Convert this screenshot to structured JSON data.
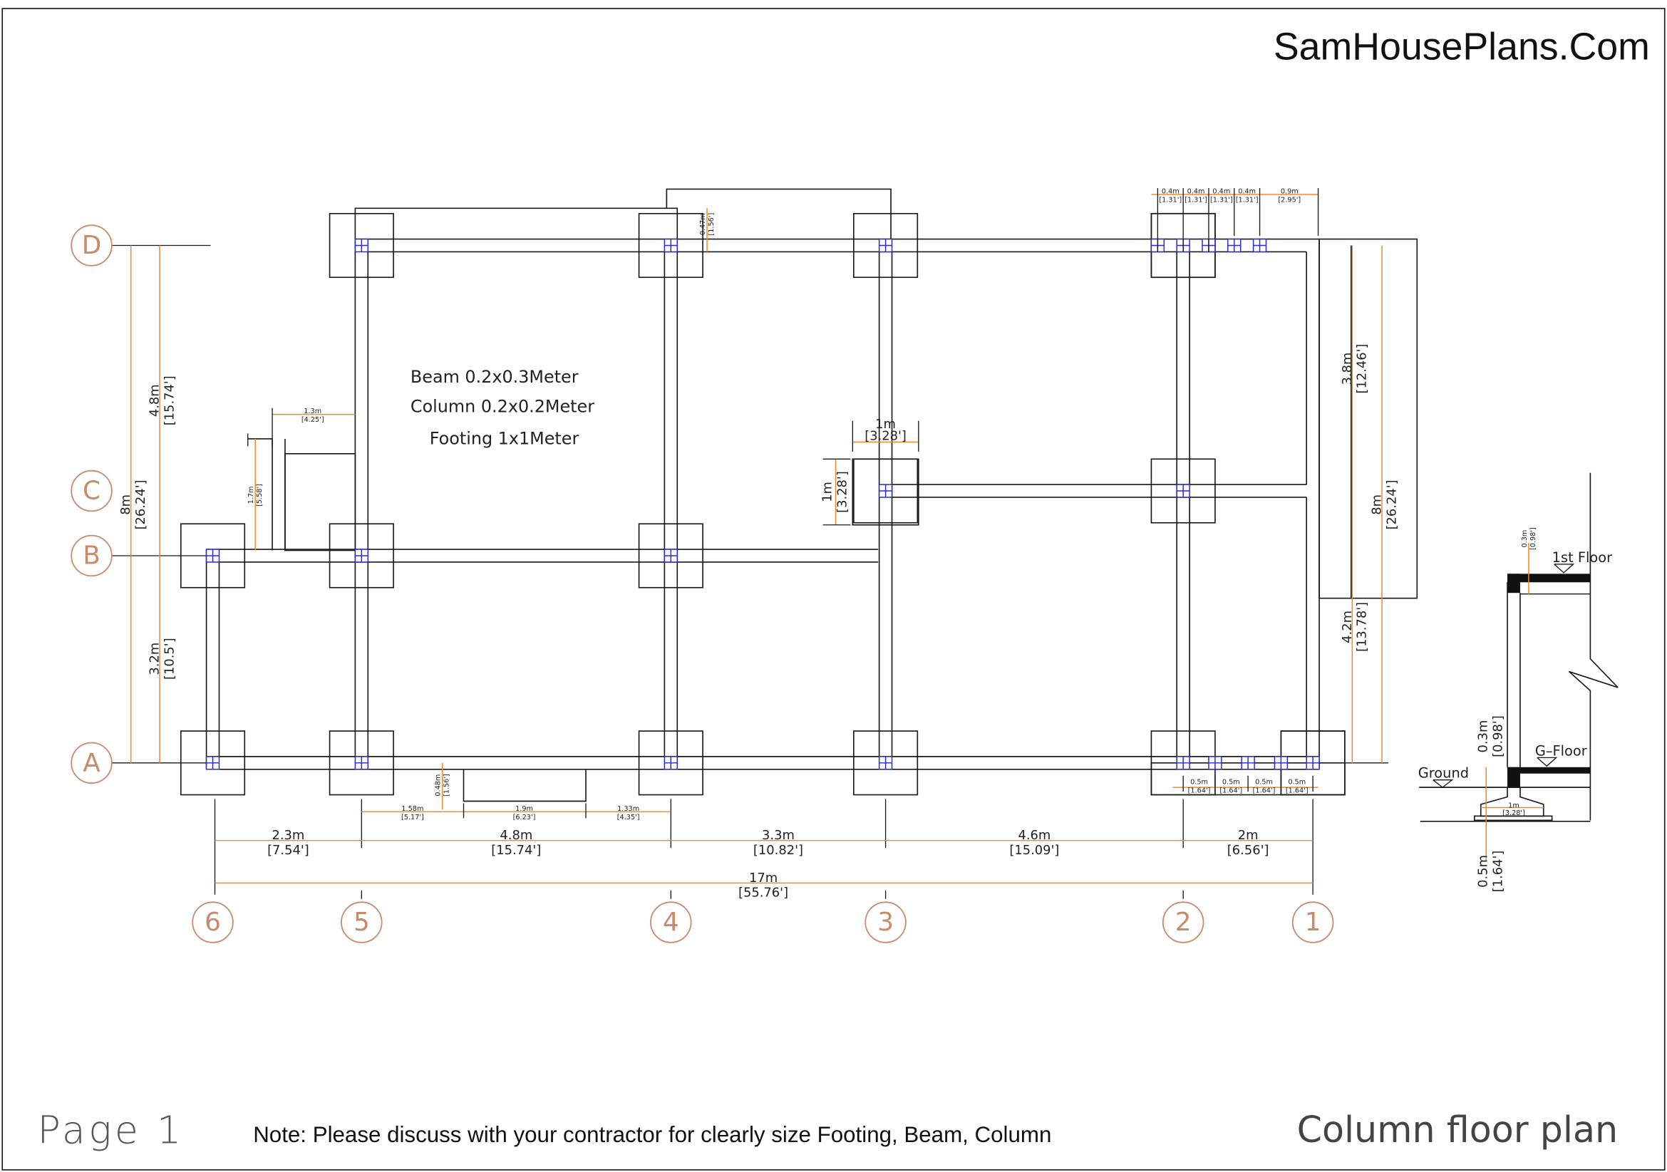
{
  "brand": "SamHousePlans.Com",
  "page_label": "Page 1",
  "note": "Note: Please discuss with your contractor for clearly size Footing, Beam, Column",
  "drawing_title": "Column  floor  plan",
  "specs": {
    "beam": "Beam  0.2x0.3Meter",
    "column": "Column  0.2x0.2Meter",
    "footing": "Footing  1x1Meter"
  },
  "grid_rows": [
    "D",
    "C",
    "B",
    "A"
  ],
  "grid_cols": [
    "6",
    "5",
    "4",
    "3",
    "2",
    "1"
  ],
  "dims": {
    "left_total": {
      "m": "8m",
      "ft": "[26.24']"
    },
    "left_db": {
      "m": "4.8m",
      "ft": "[15.74']"
    },
    "left_ba": {
      "m": "3.2m",
      "ft": "[10.5']"
    },
    "right_total": {
      "m": "8m",
      "ft": "[26.24']"
    },
    "right_dc": {
      "m": "3.8m",
      "ft": "[12.46']"
    },
    "right_ca": {
      "m": "4.2m",
      "ft": "[13.78']"
    },
    "bottom": [
      {
        "m": "2.3m",
        "ft": "[7.54']"
      },
      {
        "m": "4.8m",
        "ft": "[15.74']"
      },
      {
        "m": "3.3m",
        "ft": "[10.82']"
      },
      {
        "m": "4.6m",
        "ft": "[15.09']"
      },
      {
        "m": "2m",
        "ft": "[6.56']"
      }
    ],
    "bottom_total": {
      "m": "17m",
      "ft": "[55.76']"
    },
    "footing_w": {
      "m": "1m",
      "ft": "[3.28']"
    },
    "footing_h": {
      "m": "1m",
      "ft": "[3.28']"
    },
    "stair_w": {
      "m": "1.3m",
      "ft": "[4.25']"
    },
    "stair_h": {
      "m": "1.7m",
      "ft": "[5.58']"
    },
    "top_proj": {
      "m": "0.47m",
      "ft": "[1.56']"
    },
    "bot_proj": {
      "m": "0.48m",
      "ft": "[1.56']"
    },
    "bot_seg": [
      {
        "m": "1.58m",
        "ft": "[5.17']"
      },
      {
        "m": "1.9m",
        "ft": "[6.23']"
      },
      {
        "m": "1.33m",
        "ft": "[4.35']"
      }
    ],
    "top_right": [
      {
        "m": "0.4m",
        "ft": "[1.31']"
      },
      {
        "m": "0.4m",
        "ft": "[1.31']"
      },
      {
        "m": "0.4m",
        "ft": "[1.31']"
      },
      {
        "m": "0.4m",
        "ft": "[1.31']"
      },
      {
        "m": "0.9m",
        "ft": "[2.95']"
      }
    ],
    "bottom_right": [
      {
        "m": "0.5m",
        "ft": "[1.64']"
      },
      {
        "m": "0.5m",
        "ft": "[1.64']"
      },
      {
        "m": "0.5m",
        "ft": "[1.64']"
      },
      {
        "m": "0.5m",
        "ft": "[1.64']"
      }
    ]
  },
  "section": {
    "first_floor": "1st  Floor",
    "g_floor": "G–Floor",
    "ground": "Ground",
    "slab": {
      "m": "0.3m",
      "ft": "[0.98']"
    },
    "plinth": {
      "m": "0.3m",
      "ft": "[0.98']"
    },
    "depth": {
      "m": "0.5m",
      "ft": "[1.64']"
    },
    "footing": {
      "m": "1m",
      "ft": "[3.28']"
    }
  },
  "colors": {
    "dimension": "#f08a24",
    "column": "#2b2bd6",
    "grid_bubble": "#c98a6a"
  }
}
